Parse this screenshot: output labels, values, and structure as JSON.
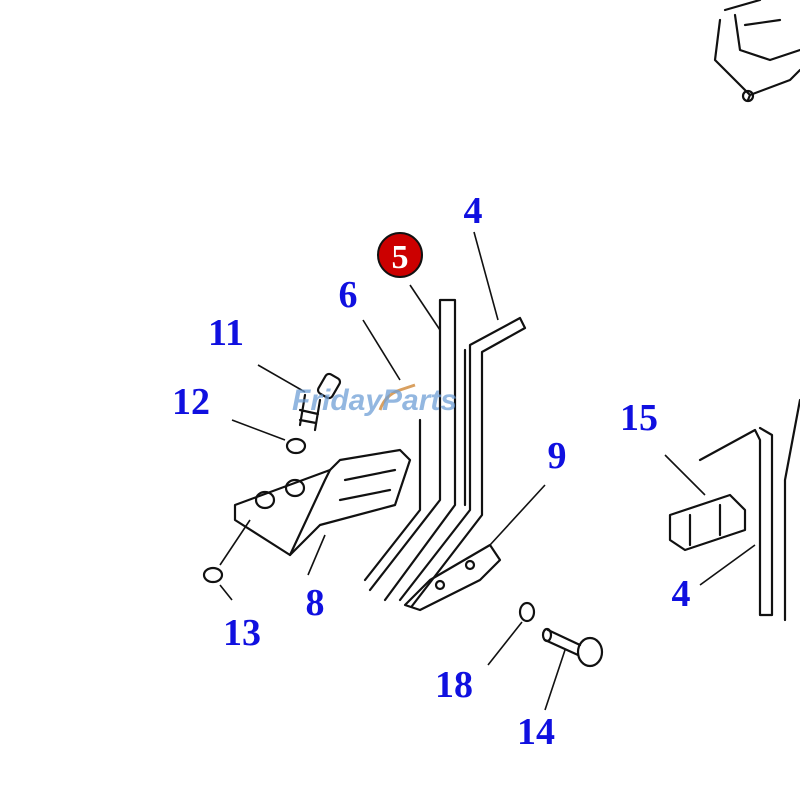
{
  "diagram": {
    "callouts": [
      {
        "id": "4a",
        "text": "4"
      },
      {
        "id": "5",
        "text": "5",
        "highlighted": true
      },
      {
        "id": "6",
        "text": "6"
      },
      {
        "id": "11",
        "text": "11"
      },
      {
        "id": "12",
        "text": "12"
      },
      {
        "id": "8",
        "text": "8"
      },
      {
        "id": "13",
        "text": "13"
      },
      {
        "id": "9",
        "text": "9"
      },
      {
        "id": "15",
        "text": "15"
      },
      {
        "id": "4b",
        "text": "4"
      },
      {
        "id": "18",
        "text": "18"
      },
      {
        "id": "14",
        "text": "14"
      }
    ],
    "watermark": "FridayParts",
    "colors": {
      "callout": "#1010e0",
      "highlight": "#cc0000",
      "highlight_part": "#d9a060",
      "watermark": "#6f9fd6"
    }
  }
}
